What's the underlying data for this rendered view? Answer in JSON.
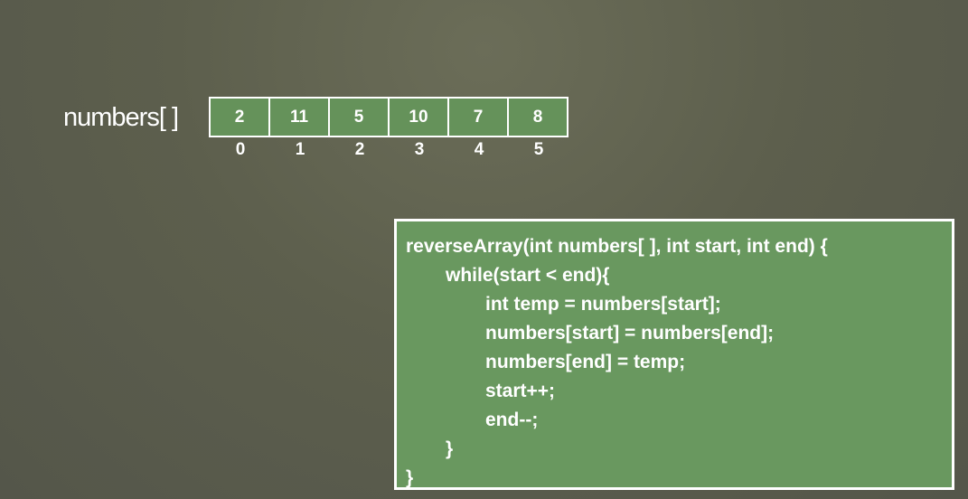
{
  "array": {
    "label": "numbers[ ]",
    "values": [
      "2",
      "11",
      "5",
      "10",
      "7",
      "8"
    ],
    "indices": [
      "0",
      "1",
      "2",
      "3",
      "4",
      "5"
    ]
  },
  "code": {
    "lines": [
      {
        "text": "reverseArray(int numbers[ ], int start, int end) {",
        "indent": 0
      },
      {
        "text": "while(start < end){",
        "indent": 1
      },
      {
        "text": "int temp = numbers[start];",
        "indent": 2
      },
      {
        "text": "numbers[start] = numbers[end];",
        "indent": 2
      },
      {
        "text": "numbers[end] = temp;",
        "indent": 2
      },
      {
        "text": "start++;",
        "indent": 2
      },
      {
        "text": "end--;",
        "indent": 2
      },
      {
        "text": "}",
        "indent": 1
      },
      {
        "text": "}",
        "indent": 0
      }
    ]
  },
  "colors": {
    "background": "#5d5f4d",
    "cell_fill": "#65925a",
    "code_fill": "#69985f",
    "border": "#ffffff",
    "text": "#ffffff"
  }
}
